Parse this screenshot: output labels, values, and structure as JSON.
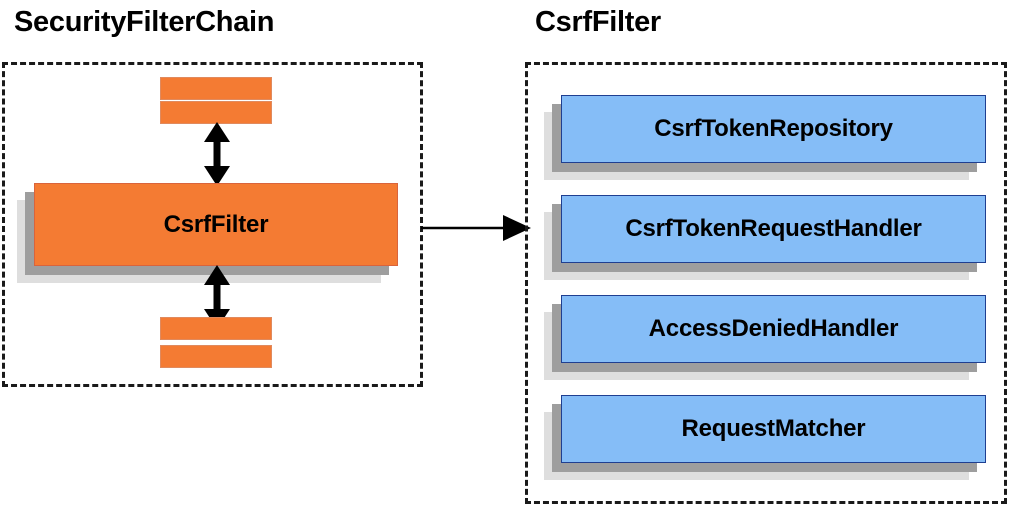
{
  "diagram": {
    "type": "architecture-block-diagram",
    "background_color": "#ffffff",
    "panels": [
      {
        "id": "security-filter-chain",
        "title": "SecurityFilterChain",
        "border_style": "dashed",
        "border_color": "#1a1a1a"
      },
      {
        "id": "csrf-filter",
        "title": "CsrfFilter",
        "border_style": "dashed",
        "border_color": "#1a1a1a"
      }
    ]
  },
  "left_panel": {
    "title": "SecurityFilterChain",
    "highlighted_filter": {
      "label": "CsrfFilter",
      "fill_color": "#f47b33",
      "border_color": "#d9643c"
    },
    "stripes_above": [
      {
        "name": "filter-stripe-upper-1",
        "fill_color": "#f47b33"
      },
      {
        "name": "filter-stripe-upper-2",
        "fill_color": "#f47b33"
      }
    ],
    "stripes_below": [
      {
        "name": "filter-stripe-lower-1",
        "fill_color": "#f47b33"
      },
      {
        "name": "filter-stripe-lower-2",
        "fill_color": "#f47b33"
      }
    ],
    "connectors": [
      {
        "name": "chain-link-above",
        "style": "double-headed-vertical",
        "color": "#000000"
      },
      {
        "name": "chain-link-below",
        "style": "double-headed-vertical",
        "color": "#000000"
      }
    ]
  },
  "right_panel": {
    "title": "CsrfFilter",
    "collaborators": [
      {
        "label": "CsrfTokenRepository",
        "fill_color": "#85bdf7",
        "border_color": "#1f3f91"
      },
      {
        "label": "CsrfTokenRequestHandler",
        "fill_color": "#85bdf7",
        "border_color": "#1f3f91"
      },
      {
        "label": "AccessDeniedHandler",
        "fill_color": "#85bdf7",
        "border_color": "#1f3f91"
      },
      {
        "label": "RequestMatcher",
        "fill_color": "#85bdf7",
        "border_color": "#1f3f91"
      }
    ]
  },
  "cross_panel_connector": {
    "name": "expand-arrow",
    "style": "single-headed-horizontal",
    "color": "#000000",
    "from": "CsrfFilter",
    "to": "CsrfFilter detail panel"
  },
  "shadows": {
    "near_color": "#9e9e9e",
    "far_color": "#dedede"
  }
}
